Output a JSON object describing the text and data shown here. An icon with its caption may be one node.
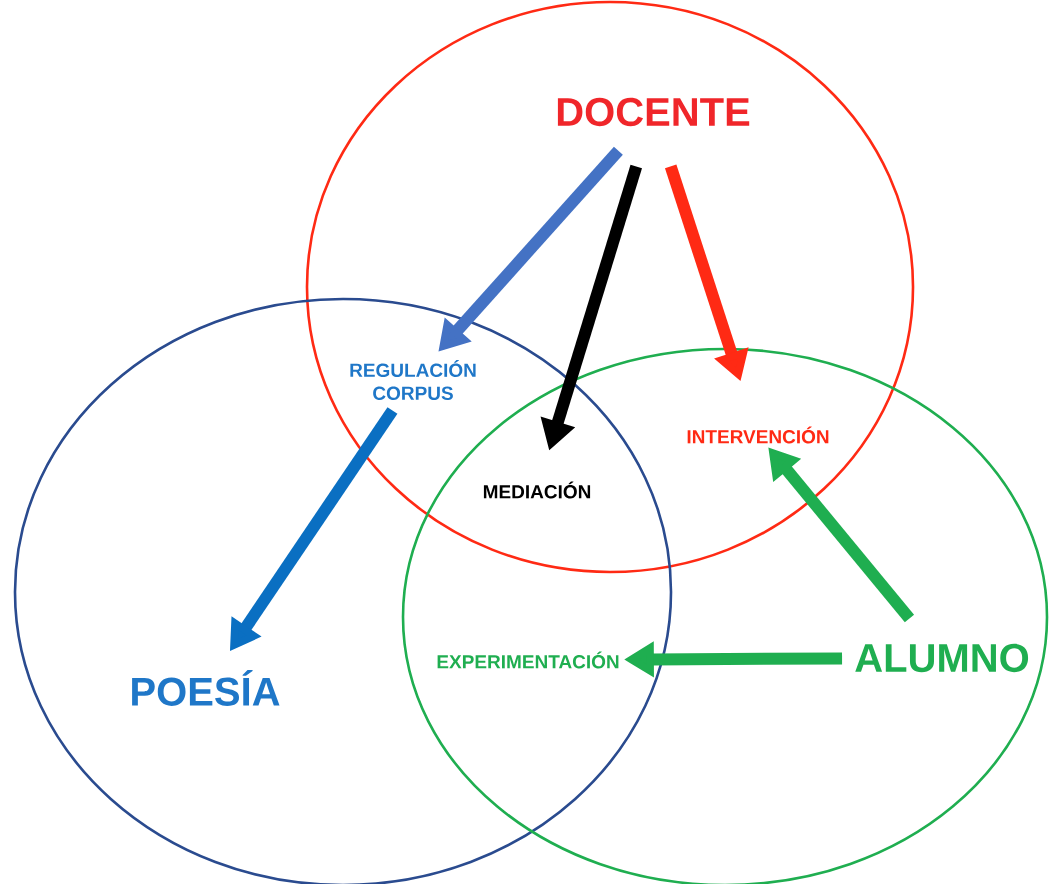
{
  "diagram": {
    "nodes": [
      {
        "text": [],
        "shape": "circle"
      },
      {
        "text": [
          "DOCENTE"
        ],
        "in": 0
      },
      {
        "text": [
          "REGULACIÓN CORPUS"
        ]
      },
      {
        "text": [
          "MEDIACIÓN"
        ]
      },
      {
        "text": [
          "INTERVENCIÓN"
        ]
      },
      {
        "text": [],
        "shape": "circle"
      },
      {
        "text": [
          "POESÍA"
        ],
        "in": 5
      },
      {
        "text": [],
        "shape": "circle"
      },
      {
        "text": [
          "EXPERIMENTACIÓN"
        ]
      },
      {
        "text": [
          "ALUMNO"
        ],
        "in": 7
      }
    ],
    "edges": [
      {
        "from": 1,
        "to": 2,
        "arrow": "to",
        "color": "#4472c4"
      },
      {
        "from": 1,
        "to": 3,
        "arrow": "to",
        "color": "#000000"
      },
      {
        "from": 1,
        "to": 4,
        "arrow": "to",
        "color": "#ff2a14"
      },
      {
        "from": 2,
        "to": 6,
        "arrow": "to",
        "color": "#0a6fc2"
      },
      {
        "from": 9,
        "to": 8,
        "arrow": "to",
        "color": "#1fae50"
      },
      {
        "from": 9,
        "to": 4,
        "arrow": "to",
        "color": "#1fae50"
      }
    ]
  }
}
